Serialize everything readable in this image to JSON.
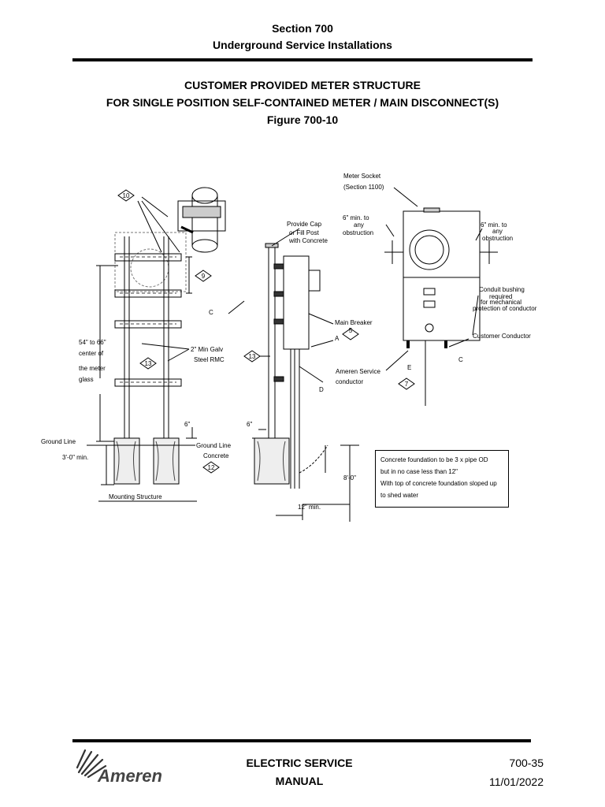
{
  "header": {
    "section": "Section 700",
    "subtitle": "Underground Service Installations"
  },
  "figure": {
    "title_line1": "CUSTOMER PROVIDED METER STRUCTURE",
    "title_line2": "FOR SINGLE POSITION SELF-CONTAINED METER / MAIN DISCONNECT(S)",
    "figure_number": "Figure 700-10",
    "labels": {
      "meter_socket": "Meter Socket",
      "section_1100": "(Section 1100)",
      "min6_left_1": "6\" min. to",
      "min6_left_2": "any",
      "min6_left_3": "obstruction",
      "min6_right_1": "6\" min. to",
      "min6_right_2": "any",
      "min6_right_3": "obstruction",
      "provide_cap_1": "Provide Cap",
      "provide_cap_2": "or Fill Post",
      "provide_cap_3": "with Concrete",
      "conduit_1": "Conduit bushing",
      "conduit_2": "required",
      "conduit_3": "for mechanical",
      "conduit_4": "protection of conductor",
      "customer_conductor": "Customer Conductor",
      "main_breaker": "Main Breaker",
      "ameren_service_1": "Ameren Service",
      "ameren_service_2": "conductor",
      "range_1": "54\" to 66\"",
      "range_2": "center of",
      "range_3": "the meter",
      "range_4": "glass",
      "rmc_1": "2\" Min Galv",
      "rmc_2": "Steel RMC",
      "ground_line": "Ground Line",
      "ground_line_2": "Ground Line",
      "concrete": "Concrete",
      "min_3ft": "3'-0\" min.",
      "mounting_structure": "Mounting Structure",
      "six_in_a": "6\"",
      "six_in_b": "6\"",
      "eight_ft": "8'-0\"",
      "twelve_min": "12\" min.",
      "C": "C",
      "A": "A",
      "D": "D",
      "E": "E",
      "C2": "C",
      "n10": "10",
      "n9": "9",
      "n13a": "13",
      "n13b": "13",
      "n5": "5",
      "n7": "7",
      "n12": "12"
    },
    "note_lines": [
      "Concrete foundation to be 3 x pipe OD",
      "but in no case less than 12\"",
      "With top of concrete foundation sloped up",
      "to shed water"
    ]
  },
  "footer": {
    "logo_text": "Ameren",
    "manual_line1": "ELECTRIC SERVICE",
    "manual_line2": "MANUAL",
    "page_number": "700-35",
    "date": "11/01/2022"
  }
}
